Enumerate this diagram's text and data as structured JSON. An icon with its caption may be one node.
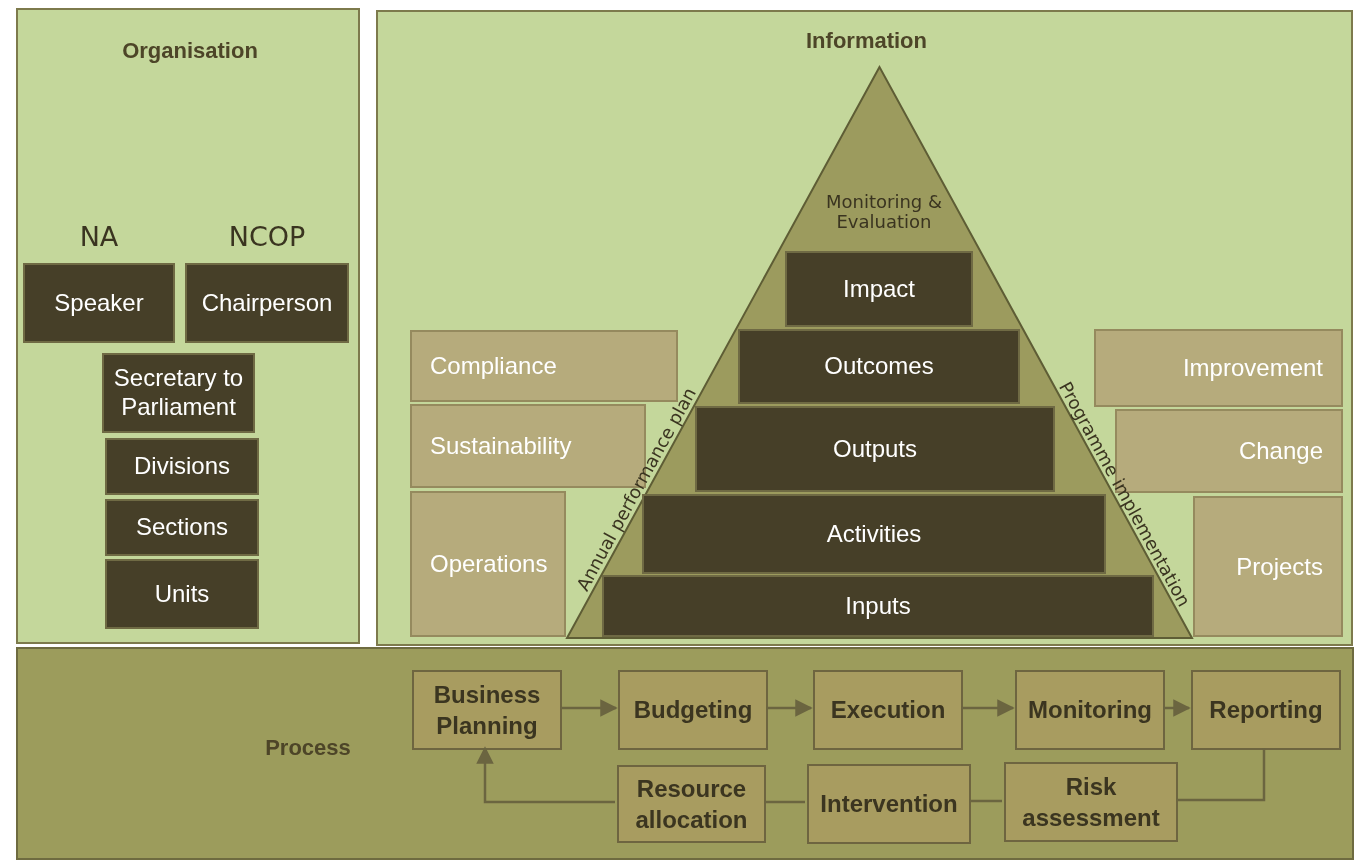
{
  "diagram": {
    "nodes": [
      {
        "text": [
          "Organisation"
        ]
      },
      {
        "text": [
          "NA",
          "Speaker"
        ],
        "in": 0
      },
      {
        "text": [
          "NCOP",
          "Chairperson"
        ],
        "in": 0
      },
      {
        "text": [
          "Secretary to Parliament"
        ],
        "in": 0
      },
      {
        "text": [
          "Divisions"
        ],
        "in": 0
      },
      {
        "text": [
          "Sections"
        ],
        "in": 0
      },
      {
        "text": [
          "Units"
        ],
        "in": 0
      },
      {
        "text": [
          "Information"
        ]
      },
      {
        "text": [
          "Monitoring & Evaluation",
          "Annual performance plan",
          "Programme implementation"
        ],
        "in": 7
      },
      {
        "text": [
          "Impact"
        ],
        "in": 8
      },
      {
        "text": [
          "Outcomes"
        ],
        "in": 8
      },
      {
        "text": [
          "Outputs"
        ],
        "in": 8
      },
      {
        "text": [
          "Activities"
        ],
        "in": 8
      },
      {
        "text": [
          "Inputs"
        ],
        "in": 8
      },
      {
        "text": [
          "Compliance"
        ],
        "in": 7
      },
      {
        "text": [
          "Sustainability"
        ],
        "in": 7
      },
      {
        "text": [
          "Operations"
        ],
        "in": 7
      },
      {
        "text": [
          "Improvement"
        ],
        "in": 7
      },
      {
        "text": [
          "Change"
        ],
        "in": 7
      },
      {
        "text": [
          "Projects"
        ],
        "in": 7
      },
      {
        "text": [
          "Process"
        ]
      },
      {
        "text": [
          "Business Planning"
        ],
        "in": 20
      },
      {
        "text": [
          "Budgeting"
        ],
        "in": 20
      },
      {
        "text": [
          "Execution"
        ],
        "in": 20
      },
      {
        "text": [
          "Monitoring"
        ],
        "in": 20
      },
      {
        "text": [
          "Reporting"
        ],
        "in": 20
      },
      {
        "text": [
          "Resource allocation"
        ],
        "in": 20
      },
      {
        "text": [
          "Intervention"
        ],
        "in": 20
      },
      {
        "text": [
          "Risk assessment"
        ],
        "in": 20
      }
    ],
    "edges": [
      {
        "from": 21,
        "to": 22,
        "arrow": "to"
      },
      {
        "from": 22,
        "to": 23,
        "arrow": "to"
      },
      {
        "from": 23,
        "to": 24,
        "arrow": "to"
      },
      {
        "from": 24,
        "to": 25,
        "arrow": "to"
      },
      {
        "from": 25,
        "to": 28,
        "arrow": "none"
      },
      {
        "from": 28,
        "to": 27,
        "arrow": "none"
      },
      {
        "from": 27,
        "to": 26,
        "arrow": "none"
      },
      {
        "from": 26,
        "to": 21,
        "arrow": "to"
      }
    ]
  }
}
